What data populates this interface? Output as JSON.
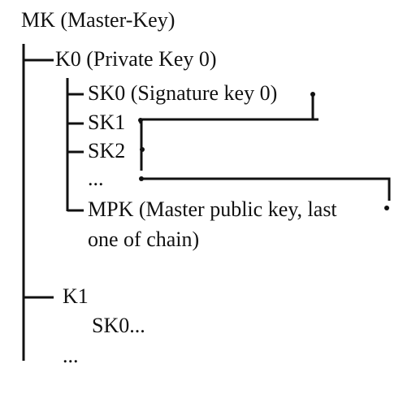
{
  "tree": {
    "root": "MK (Master-Key)",
    "k0": {
      "label": "K0 (Private Key 0)",
      "sk0": "SK0 (Signature key 0)",
      "sk1": "SK1",
      "sk2": "SK2",
      "ellipsis": "...",
      "mpk_line1": "MPK (Master public key, last",
      "mpk_line2": "one of chain)"
    },
    "k1": {
      "label": "K1",
      "sk0": "SK0..."
    },
    "ellipsis": "..."
  }
}
